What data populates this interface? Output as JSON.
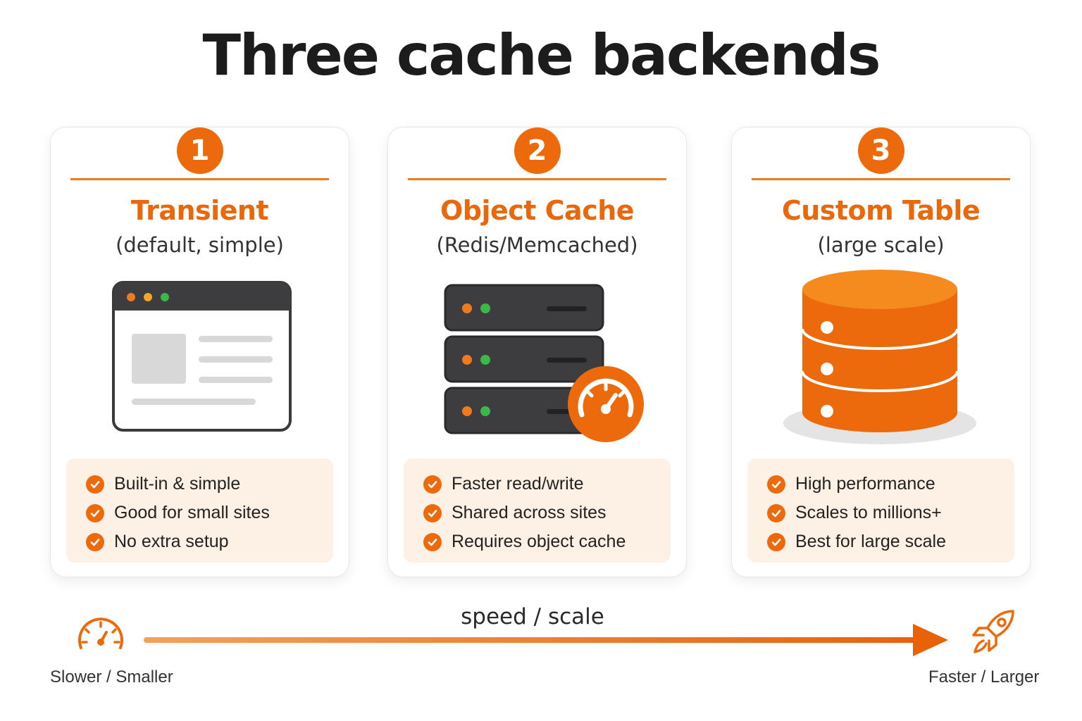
{
  "title": "Three cache backends",
  "cards": [
    {
      "number": "1",
      "title": "Transient",
      "subtitle": "(default, simple)",
      "icon": "browser-window-icon",
      "features": [
        "Built-in & simple",
        "Good for small sites",
        "No extra setup"
      ]
    },
    {
      "number": "2",
      "title": "Object Cache",
      "subtitle": "(Redis/Memcached)",
      "icon": "server-stack-icon",
      "features": [
        "Faster read/write",
        "Shared across sites",
        "Requires object cache"
      ]
    },
    {
      "number": "3",
      "title": "Custom Table",
      "subtitle": "(large scale)",
      "icon": "database-icon",
      "features": [
        "High performance",
        "Scales to millions+",
        "Best for large scale"
      ]
    }
  ],
  "scale": {
    "label": "speed / scale",
    "left_label": "Slower / Smaller",
    "right_label": "Faster / Larger",
    "left_icon": "speedometer-icon",
    "right_icon": "rocket-icon"
  },
  "colors": {
    "accent": "#ec6a0c",
    "feature_bg": "#fdf1e6",
    "dark": "#3d3d40"
  }
}
